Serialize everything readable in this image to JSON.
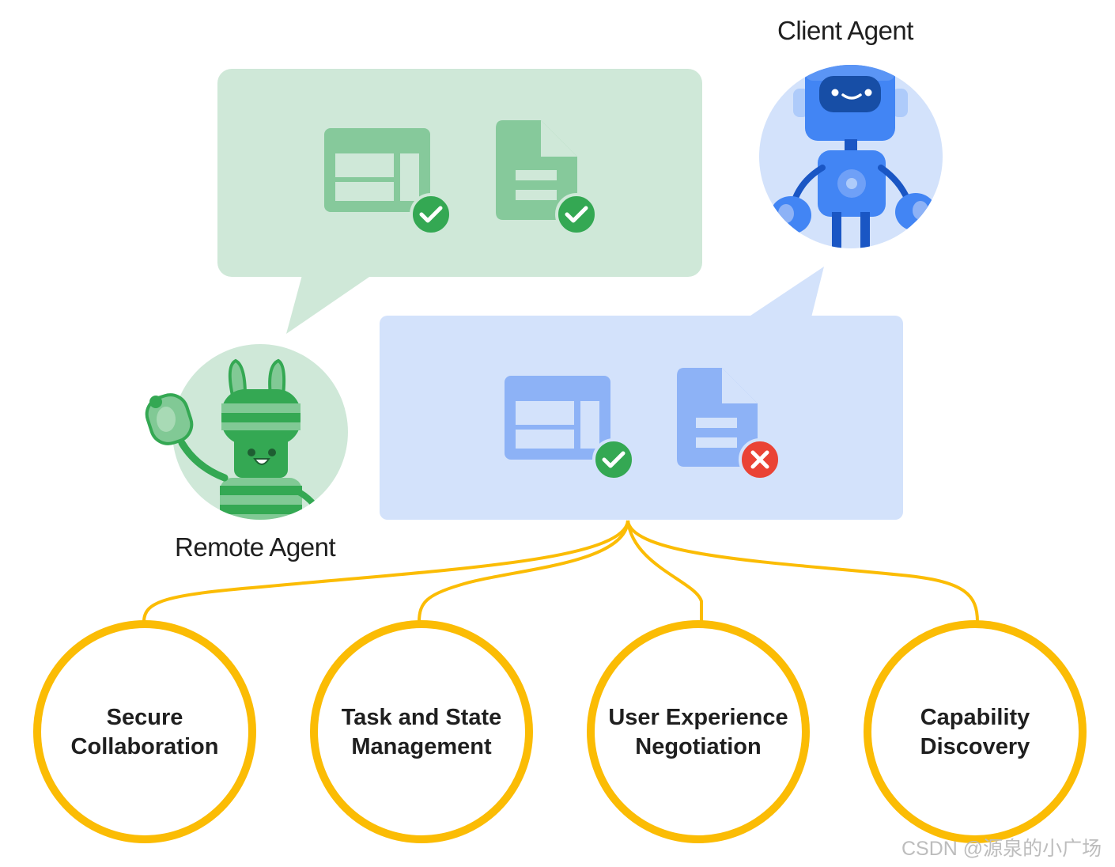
{
  "labels": {
    "client_agent": "Client Agent",
    "remote_agent": "Remote Agent"
  },
  "capabilities": [
    {
      "line1": "Secure",
      "line2": "Collaboration"
    },
    {
      "line1": "Task and State",
      "line2": "Management"
    },
    {
      "line1": "User Experience",
      "line2": "Negotiation"
    },
    {
      "line1": "Capability",
      "line2": "Discovery"
    }
  ],
  "watermark": "CSDN @源泉的小广场",
  "icons": {
    "remote_bubble": [
      "table-icon",
      "document-icon"
    ],
    "client_bubble": [
      "table-icon",
      "document-icon"
    ],
    "statuses": [
      "check-icon",
      "check-icon",
      "check-icon",
      "error-x-icon"
    ]
  },
  "colors": {
    "remote_bubble": "#cfe8d8",
    "remote_icon": "#86c99b",
    "client_bubble": "#d3e2fb",
    "client_icon": "#8db2f6",
    "check": "#34a853",
    "error": "#ea4335",
    "connector": "#fbbc04",
    "robot_blue": "#4285f4"
  }
}
